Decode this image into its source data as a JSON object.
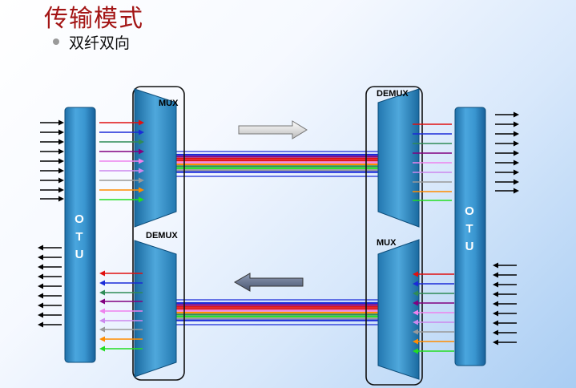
{
  "title": "传输模式",
  "bullet": "双纤双向",
  "labels": {
    "mux_top_left": "MUX",
    "demux_top_right": "DEMUX",
    "demux_bottom_left": "DEMUX",
    "mux_bottom_right": "MUX",
    "otu_left": "OTU",
    "otu_right": "OTU"
  },
  "colors": {
    "title": "#a31515",
    "otu_fill": "#3f9ad3",
    "wavelengths": [
      "#e01010",
      "#1a2bd8",
      "#2e8b57",
      "#800080",
      "#ee82ee",
      "#cc88ee",
      "#999999",
      "#ff8c00",
      "#22dd22"
    ]
  },
  "directions": {
    "top_link": "left-to-right",
    "bottom_link": "right-to-left"
  }
}
